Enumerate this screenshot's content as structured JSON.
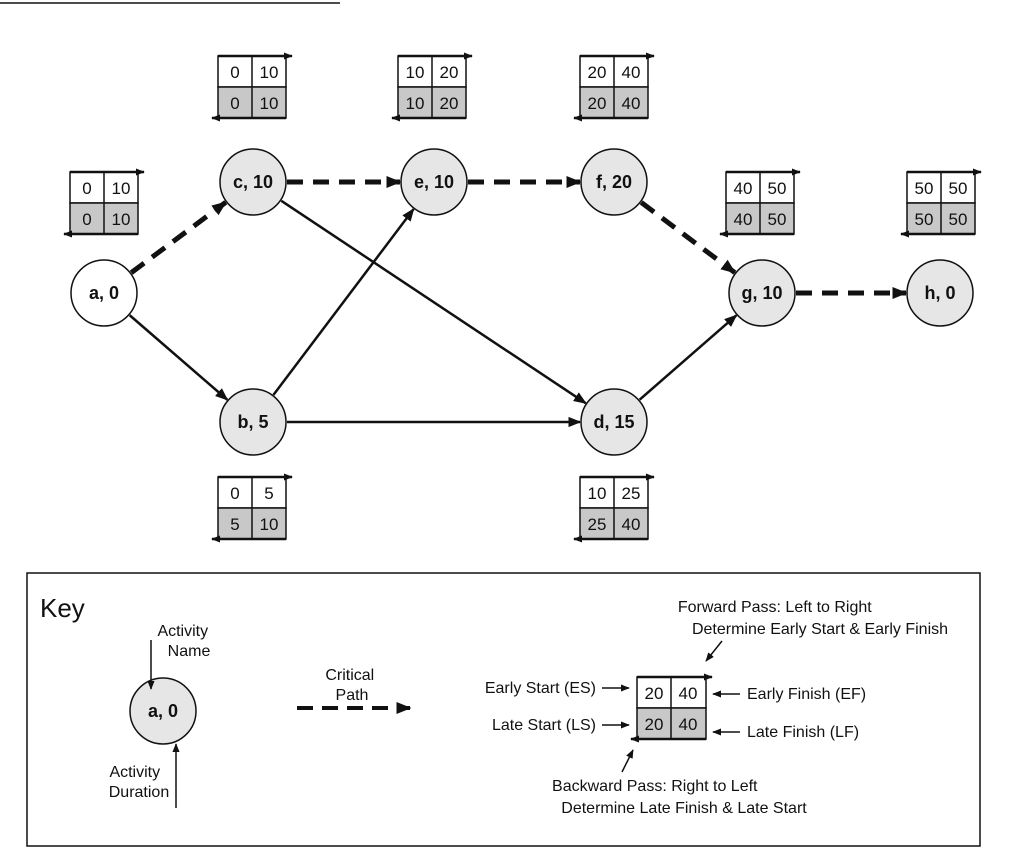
{
  "nodes": [
    {
      "id": "a",
      "label": "a, 0",
      "fill": "#ffffff",
      "es": "0",
      "ef": "10",
      "ls": "0",
      "lf": "10"
    },
    {
      "id": "b",
      "label": "b, 5",
      "fill": "#e6e6e6",
      "es": "0",
      "ef": "5",
      "ls": "5",
      "lf": "10"
    },
    {
      "id": "c",
      "label": "c, 10",
      "fill": "#e6e6e6",
      "es": "0",
      "ef": "10",
      "ls": "0",
      "lf": "10"
    },
    {
      "id": "e",
      "label": "e, 10",
      "fill": "#e6e6e6",
      "es": "10",
      "ef": "20",
      "ls": "10",
      "lf": "20"
    },
    {
      "id": "f",
      "label": "f, 20",
      "fill": "#e6e6e6",
      "es": "20",
      "ef": "40",
      "ls": "20",
      "lf": "40"
    },
    {
      "id": "g",
      "label": "g, 10",
      "fill": "#e6e6e6",
      "es": "40",
      "ef": "50",
      "ls": "40",
      "lf": "50"
    },
    {
      "id": "d",
      "label": "d, 15",
      "fill": "#e6e6e6",
      "es": "10",
      "ef": "25",
      "ls": "25",
      "lf": "40"
    },
    {
      "id": "h",
      "label": "h, 0",
      "fill": "#e6e6e6",
      "es": "50",
      "ef": "50",
      "ls": "50",
      "lf": "50"
    }
  ],
  "edges": [
    {
      "from": "a",
      "to": "c",
      "critical": true
    },
    {
      "from": "c",
      "to": "e",
      "critical": true
    },
    {
      "from": "e",
      "to": "f",
      "critical": true
    },
    {
      "from": "f",
      "to": "g",
      "critical": true
    },
    {
      "from": "g",
      "to": "h",
      "critical": true
    },
    {
      "from": "a",
      "to": "b",
      "critical": false
    },
    {
      "from": "b",
      "to": "e",
      "critical": false
    },
    {
      "from": "b",
      "to": "d",
      "critical": false
    },
    {
      "from": "c",
      "to": "d",
      "critical": false
    },
    {
      "from": "d",
      "to": "g",
      "critical": false
    }
  ],
  "key": {
    "title": "Key",
    "sample_node_label": "a, 0",
    "activity_name": [
      "Activity",
      "Name"
    ],
    "activity_duration": [
      "Activity",
      "Duration"
    ],
    "critical_path": [
      "Critical",
      "Path"
    ],
    "forward_pass": [
      "Forward Pass: Left to Right",
      "Determine Early Start & Early Finish"
    ],
    "backward_pass": [
      "Backward Pass: Right to Left",
      "Determine Late Finish & Late Start"
    ],
    "early_start": "Early Start (ES)",
    "late_start": "Late Start (LS)",
    "early_finish": "Early Finish (EF)",
    "late_finish": "Late Finish (LF)",
    "sample_box": {
      "es": "20",
      "ef": "40",
      "ls": "20",
      "lf": "40"
    }
  },
  "colors": {
    "stroke": "#111111",
    "late_row_fill": "#c8c8c8",
    "early_row_fill": "#ffffff",
    "node_fill": "#e6e6e6"
  }
}
